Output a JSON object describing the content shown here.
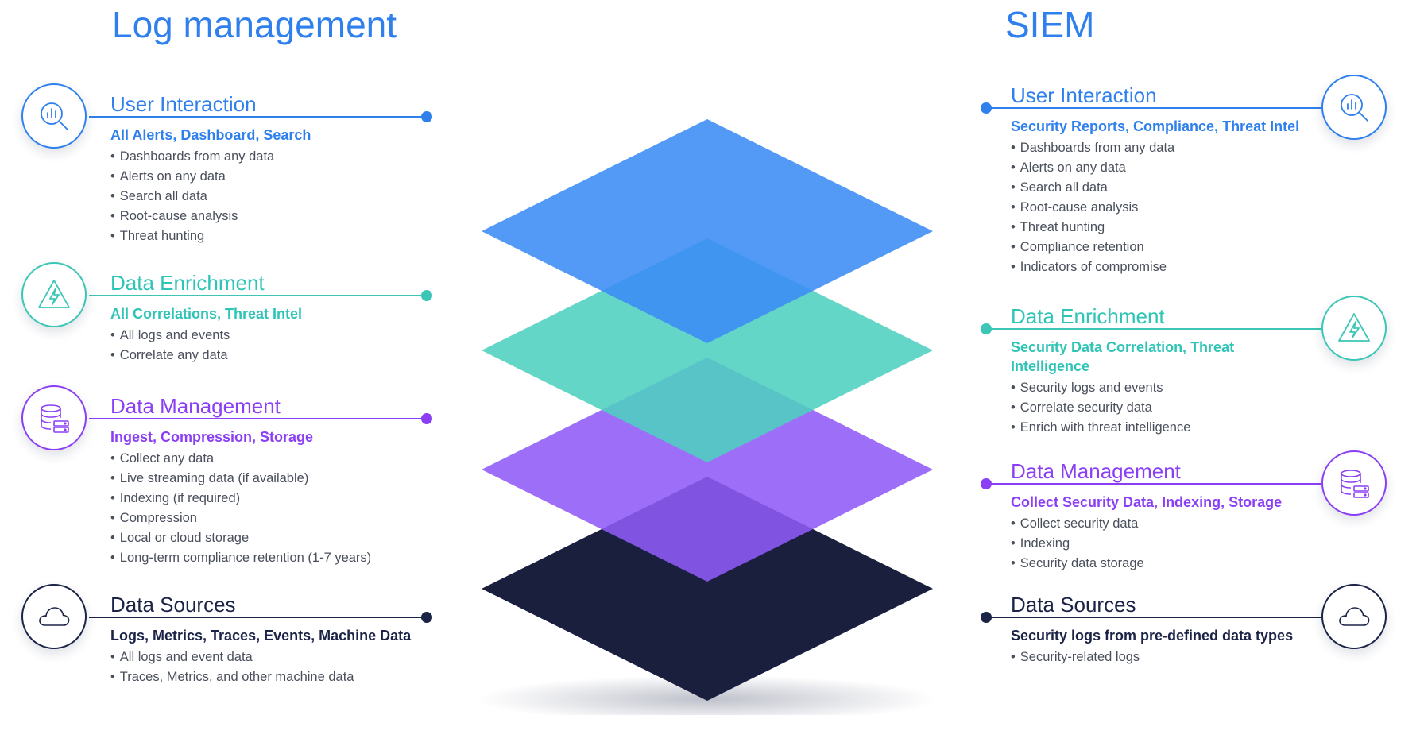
{
  "titles": {
    "left": "Log management",
    "right": "SIEM"
  },
  "colors": {
    "blue": "#2f80ed",
    "teal": "#2ec4b6",
    "purple": "#8b3ff5",
    "navy": "#1b2347"
  },
  "left": {
    "user_interaction": {
      "heading": "User Interaction",
      "subheading": "All Alerts, Dashboard, Search",
      "items": [
        "Dashboards from any data",
        "Alerts on any data",
        "Search all data",
        "Root-cause analysis",
        "Threat hunting"
      ],
      "icon": "search-chart-icon"
    },
    "data_enrichment": {
      "heading": "Data Enrichment",
      "subheading": "All Correlations, Threat Intel",
      "items": [
        "All logs and events",
        "Correlate any data"
      ],
      "icon": "lightning-triangle-icon"
    },
    "data_management": {
      "heading": "Data Management",
      "subheading": "Ingest, Compression, Storage",
      "items": [
        "Collect any data",
        "Live streaming data (if available)",
        "Indexing (if required)",
        "Compression",
        "Local or cloud storage",
        "Long-term compliance retention (1-7 years)"
      ],
      "icon": "database-server-icon"
    },
    "data_sources": {
      "heading": "Data Sources",
      "subheading": "Logs, Metrics, Traces, Events, Machine Data",
      "items": [
        "All logs and event data",
        "Traces, Metrics, and other machine data"
      ],
      "icon": "cloud-icon"
    }
  },
  "right": {
    "user_interaction": {
      "heading": "User Interaction",
      "subheading": "Security Reports, Compliance, Threat Intel",
      "items": [
        "Dashboards from any data",
        "Alerts on any data",
        "Search all data",
        "Root-cause analysis",
        "Threat hunting",
        "Compliance retention",
        "Indicators of compromise"
      ],
      "icon": "search-chart-icon"
    },
    "data_enrichment": {
      "heading": "Data Enrichment",
      "subheading": "Security Data Correlation, Threat Intelligence",
      "items": [
        "Security logs and events",
        "Correlate security data",
        "Enrich with threat intelligence"
      ],
      "icon": "lightning-triangle-icon"
    },
    "data_management": {
      "heading": "Data Management",
      "subheading": "Collect Security Data, Indexing, Storage",
      "items": [
        "Collect security data",
        "Indexing",
        "Security data storage"
      ],
      "icon": "database-server-icon"
    },
    "data_sources": {
      "heading": "Data Sources",
      "subheading": "Security logs from pre-defined data types",
      "items": [
        "Security-related logs"
      ],
      "icon": "cloud-icon"
    }
  },
  "layers": [
    {
      "name": "User Interaction",
      "color": "#4f97f7"
    },
    {
      "name": "Data Enrichment",
      "color": "#4fd0bf"
    },
    {
      "name": "Data Management",
      "color": "#8f5bf8"
    },
    {
      "name": "Data Sources",
      "color": "#1a1f3e"
    }
  ]
}
